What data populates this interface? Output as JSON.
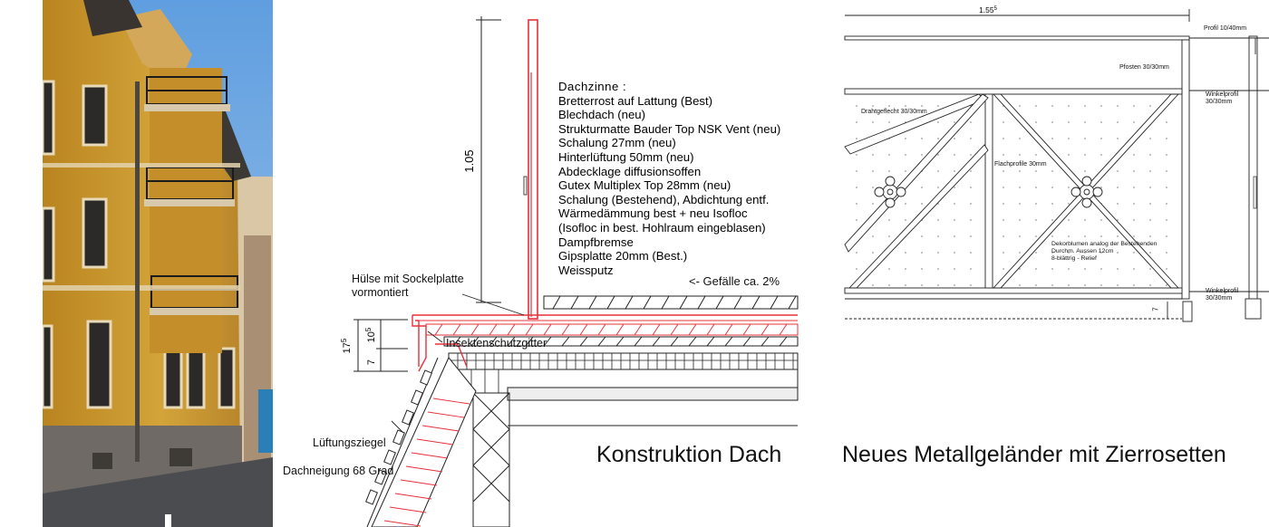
{
  "section": {
    "dimensions": {
      "height": "1.05",
      "d17": "17",
      "d17_sup": "5",
      "d10": "10",
      "d10_sup": "5",
      "d7": "7"
    },
    "layers_title": "Dachzinne :",
    "layers": [
      "Bretterrost auf  Lattung (Best)",
      "Blechdach (neu)",
      "Strukturmatte Bauder Top NSK Vent (neu)",
      "Schalung  27mm (neu)",
      "Hinterlüftung 50mm (neu)",
      "Abdecklage diffusionsoffen",
      "Gutex Multiplex Top 28mm (neu)",
      "Schalung  (Bestehend), Abdichtung entf.",
      "Wärmedämmung best +  neu Isofloc",
      "(Isofloc in best. Hohlraum eingeblasen)",
      "Dampfbremse",
      "Gipsplatte 20mm (Best.)",
      "Weissputz"
    ],
    "slope": "<- Gefälle ca. 2%",
    "sleeve_line1": "Hülse mit Sockelplatte",
    "sleeve_line2": "vormontiert",
    "insect_screen": "Insektenschutzgitter",
    "vent_tile": "Lüftungsziegel",
    "roof_pitch": "Dachneigung 68 Grad",
    "caption": "Konstruktion Dach"
  },
  "railing": {
    "width_dim": "1.55",
    "width_dim_sup": "5",
    "profile_top": "Profil 10/40mm",
    "post": "Pfosten 30/30mm",
    "angle_top_line1": "Winkelprofil",
    "angle_top_line2": "30/30mm",
    "wire_mesh": "Drahtgeflecht 30/30mm",
    "flat_profile": "Flachprofile 30mm",
    "deco_line1": "Dekorblumen analog der Bestehenden",
    "deco_line2": "Durchm. Aussen 12cm",
    "deco_line3": "8-blättrig - Relief",
    "angle_bottom_line1": "Winkelprofil",
    "angle_bottom_line2": "30/30mm",
    "dim_bottom": "7",
    "caption": "Neues Metallgeländer mit Zierrosetten"
  },
  "colors": {
    "red": "#e8303a",
    "facade": "#c99a2c",
    "sky": "#7fb0e0"
  }
}
